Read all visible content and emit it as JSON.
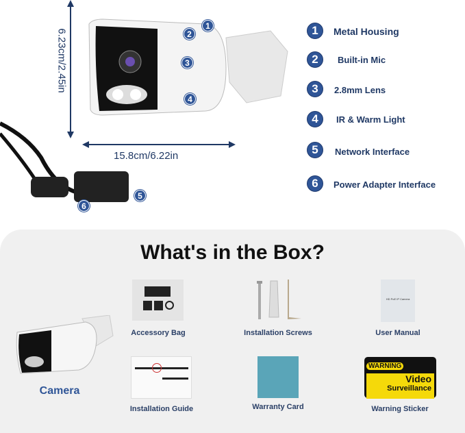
{
  "dimensions": {
    "height": "6.23cm/2.45in",
    "width": "15.8cm/6.22in"
  },
  "features": [
    {
      "num": "1",
      "label": "Metal Housing"
    },
    {
      "num": "2",
      "label": "Built-in Mic"
    },
    {
      "num": "3",
      "label": "2.8mm Lens"
    },
    {
      "num": "4",
      "label": "IR & Warm Light"
    },
    {
      "num": "5",
      "label": "Network Interface"
    },
    {
      "num": "6",
      "label": "Power Adapter Interface"
    }
  ],
  "box": {
    "title": "What's in the Box?",
    "camera_label": "Camera",
    "items": [
      "Accessory Bag",
      "Installation Screws",
      "User Manual",
      "Installation Guide",
      "Warranty Card",
      "Warning Sticker"
    ],
    "sticker": {
      "warning": "WARNING",
      "line1": "Video",
      "line2": "Surveillance"
    }
  },
  "colors": {
    "accent": "#2f5597",
    "text": "#1f3864",
    "panel": "#f0f0f0"
  }
}
